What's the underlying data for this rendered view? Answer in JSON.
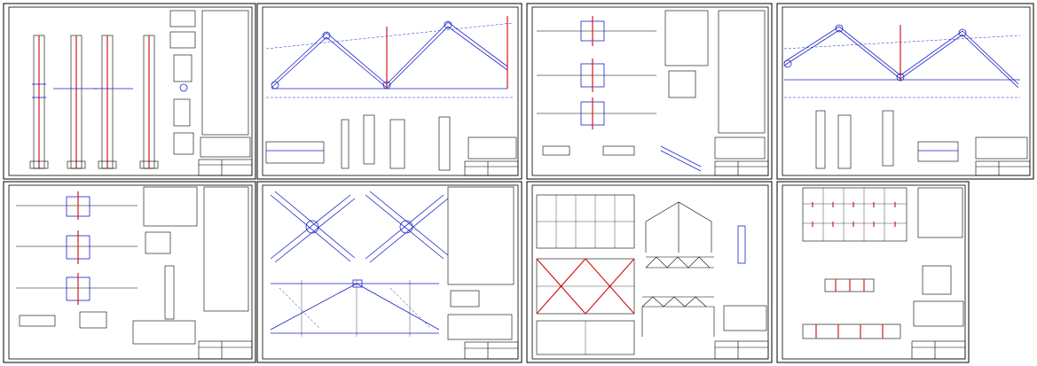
{
  "sheet_count": 8,
  "colors": {
    "outline": "#000000",
    "steel_member": "#1a22c8",
    "highlight_member": "#d21b1b",
    "background": "#ffffff"
  },
  "sheets": [
    {
      "key": "s1",
      "content": "column-details"
    },
    {
      "key": "s2",
      "content": "truss-elevation"
    },
    {
      "key": "s3",
      "content": "node-details"
    },
    {
      "key": "s4",
      "content": "truss-elevation"
    },
    {
      "key": "s5",
      "content": "node-details"
    },
    {
      "key": "s6",
      "content": "bracing-details"
    },
    {
      "key": "s7",
      "content": "framing-plans"
    },
    {
      "key": "s8",
      "content": "layout-plan"
    }
  ]
}
